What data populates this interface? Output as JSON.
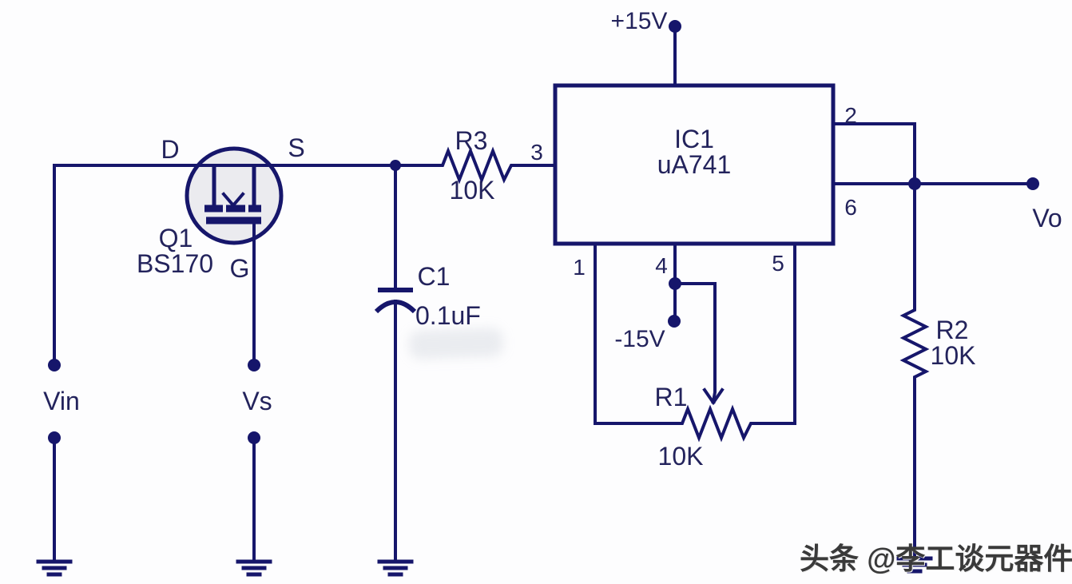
{
  "watermark": {
    "text": "头条 @李工谈元器件"
  },
  "colors": {
    "wire": "#16166b",
    "label": "#23235c",
    "mosfet_fill": "#ebebef",
    "watermark": "#3a3a3a",
    "background": "#fdfdfe"
  },
  "power": {
    "vcc": "+15V",
    "vee": "-15V"
  },
  "terminals": {
    "vin": "Vin",
    "vs": "Vs",
    "vo": "Vo"
  },
  "transistor": {
    "designator": "Q1",
    "part": "BS170",
    "drain": "D",
    "source": "S",
    "gate": "G"
  },
  "opamp": {
    "designator": "IC1",
    "part": "uA741",
    "pins": {
      "p1": "1",
      "p2": "2",
      "p3": "3",
      "p4": "4",
      "p5": "5",
      "p6": "6"
    }
  },
  "resistors": {
    "r1": {
      "name": "R1",
      "value": "10K"
    },
    "r2": {
      "name": "R2",
      "value": "10K"
    },
    "r3": {
      "name": "R3",
      "value": "10K"
    }
  },
  "capacitor": {
    "name": "C1",
    "value": "0.1uF"
  }
}
